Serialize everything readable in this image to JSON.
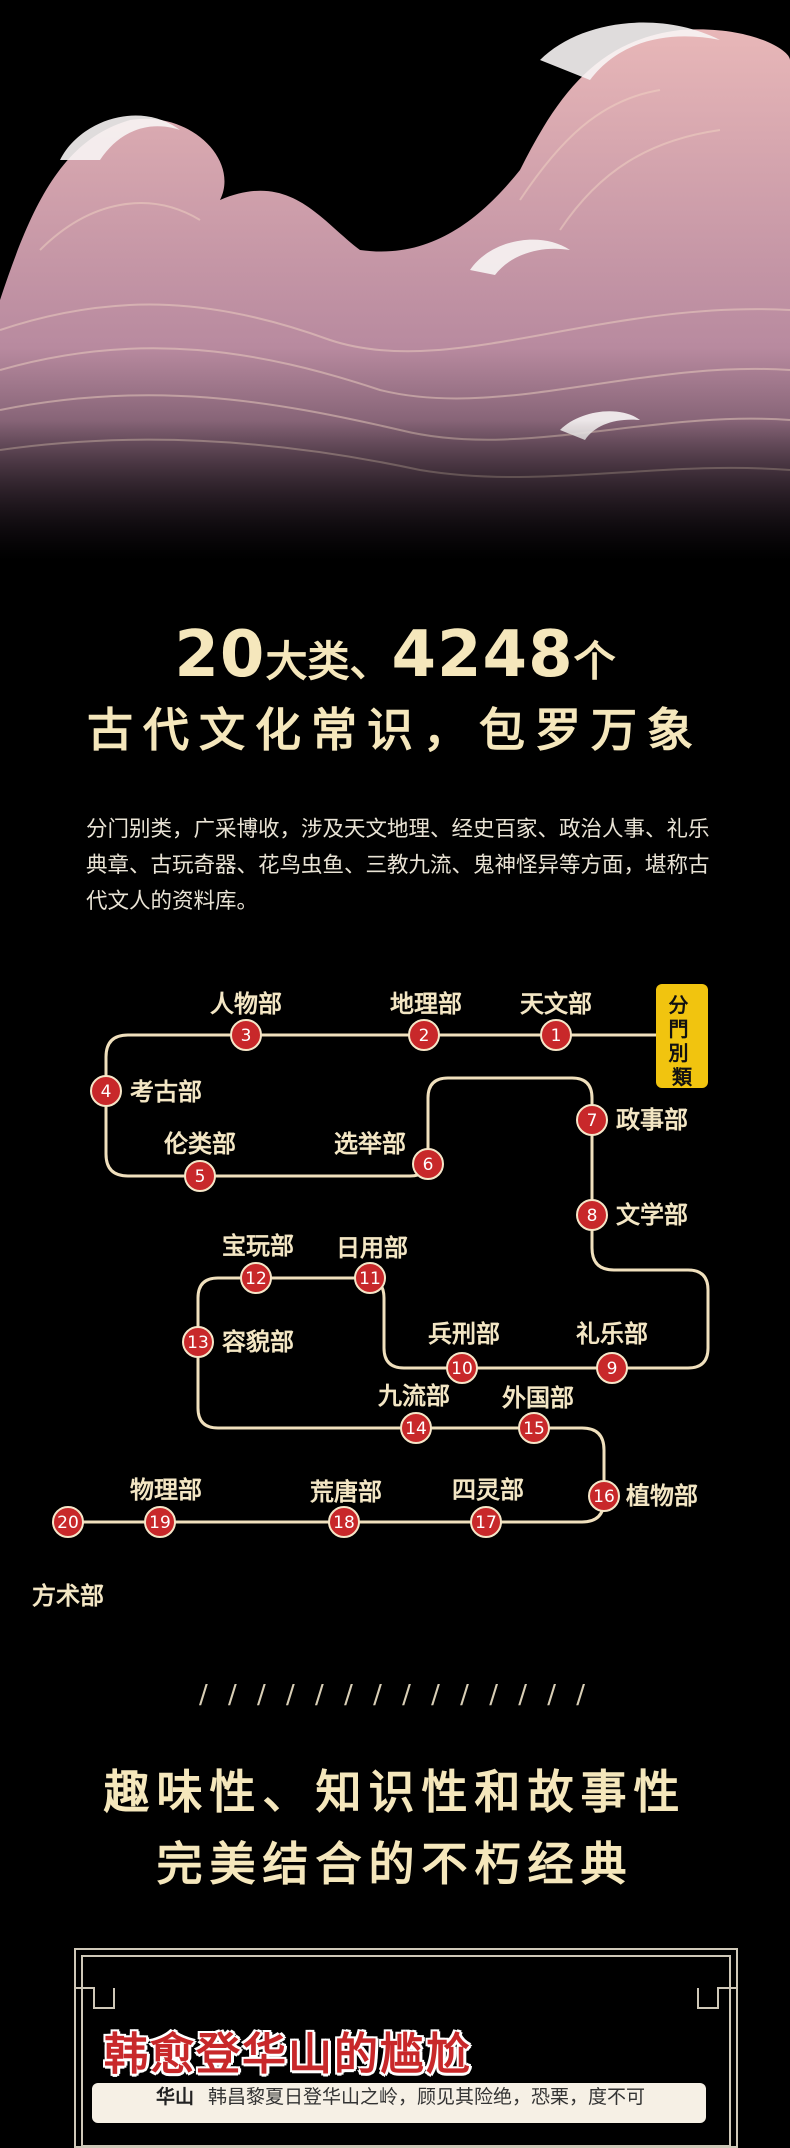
{
  "headline": {
    "count_categories": "20",
    "unit_categories": "大类、",
    "count_items": "4248",
    "unit_items": "个",
    "subtitle": "古代文化常识，包罗万象"
  },
  "intro": "分门别类，广采博收，涉及天文地理、经史百家、政治人事、礼乐典章、古玩奇器、花鸟虫鱼、三教九流、鬼神怪异等方面，堪称古代文人的资料库。",
  "diagram": {
    "tag_label": "分門別類",
    "nodes": [
      {
        "num": "1",
        "label": "天文部"
      },
      {
        "num": "2",
        "label": "地理部"
      },
      {
        "num": "3",
        "label": "人物部"
      },
      {
        "num": "4",
        "label": "考古部"
      },
      {
        "num": "5",
        "label": "伦类部"
      },
      {
        "num": "6",
        "label": "选举部"
      },
      {
        "num": "7",
        "label": "政事部"
      },
      {
        "num": "8",
        "label": "文学部"
      },
      {
        "num": "9",
        "label": "礼乐部"
      },
      {
        "num": "10",
        "label": "兵刑部"
      },
      {
        "num": "11",
        "label": "日用部"
      },
      {
        "num": "12",
        "label": "宝玩部"
      },
      {
        "num": "13",
        "label": "容貌部"
      },
      {
        "num": "14",
        "label": "九流部"
      },
      {
        "num": "15",
        "label": "外国部"
      },
      {
        "num": "16",
        "label": "植物部"
      },
      {
        "num": "17",
        "label": "四灵部"
      },
      {
        "num": "18",
        "label": "荒唐部"
      },
      {
        "num": "19",
        "label": "物理部"
      },
      {
        "num": "20",
        "label": "方术部"
      }
    ],
    "colors": {
      "line": "#f0e0bd",
      "node": "#c8282a",
      "tag": "#f1c40f"
    }
  },
  "divider": "/ / / / / / / / / / / / / /",
  "slogan": {
    "line1": "趣味性、知识性和故事性",
    "line2": "完美结合的不朽经典"
  },
  "card": {
    "title": "韩愈登华山的尴尬",
    "term": "华山",
    "text": "韩昌黎夏日登华山之岭，顾见其险绝，恐栗，度不可"
  }
}
